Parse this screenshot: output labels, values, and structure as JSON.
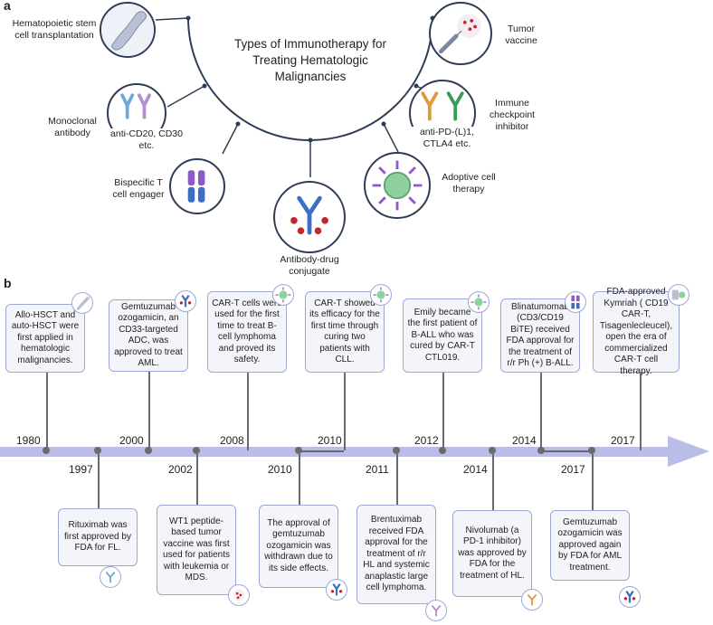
{
  "panel_a": {
    "label": "a",
    "title": "Types of Immunotherapy for Treating Hematologic Malignancies",
    "items": [
      {
        "name": "Hematopoietic stem cell transplantation",
        "icon": "bone-icon"
      },
      {
        "name": "Monoclonal antibody",
        "sublabel": "anti-CD20, CD30 etc.",
        "icon": "antibody-icon"
      },
      {
        "name": "Bispecific T cell engager",
        "icon": "bispecific-icon"
      },
      {
        "name": "Antibody-drug conjugate",
        "icon": "adc-icon"
      },
      {
        "name": "Adoptive cell therapy",
        "icon": "cell-icon"
      },
      {
        "name": "Immune checkpoint inhibitor",
        "sublabel": "anti-PD-(L)1, CTLA4 etc.",
        "icon": "checkpoint-antibody-icon"
      },
      {
        "name": "Tumor vaccine",
        "icon": "syringe-icon"
      }
    ]
  },
  "panel_b": {
    "label": "b",
    "top_events": [
      {
        "year": "1980",
        "text": "Allo-HSCT and auto-HSCT were first applied in hematologic malignancies.",
        "icon": "bone-icon"
      },
      {
        "year": "2000",
        "text": "Gemtuzumab ozogamicin, an CD33-targeted ADC, was approved to treat AML.",
        "icon": "adc-icon"
      },
      {
        "year": "2008",
        "text": "CAR-T cells were used for the first time to treat B-cell lymphoma and proved its safety.",
        "icon": "cell-icon"
      },
      {
        "year": "2010",
        "text": "CAR-T showed its efficacy for the first time through curing two patients with CLL.",
        "icon": "cell-icon"
      },
      {
        "year": "2012",
        "text": "Emily became the first patient of B-ALL who was cured by CAR-T CTL019.",
        "icon": "cell-icon"
      },
      {
        "year": "2014",
        "text": "Blinatumomab (CD3/CD19 BiTE)  received FDA approval for the treatment of r/r Ph (+) B-ALL.",
        "icon": "bispecific-icon"
      },
      {
        "year": "2017",
        "text": "FDA-approved Kymriah ( CD19 CAR-T, Tisagenlecleucel), open the era of commercialized CAR-T cell therapy.",
        "icon": "car-t-icon"
      }
    ],
    "bottom_events": [
      {
        "year": "1997",
        "text": "Rituximab was first approved by FDA for FL.",
        "icon": "antibody-icon"
      },
      {
        "year": "2002",
        "text": "WT1 peptide-based tumor vaccine was first used for patients with leukemia or MDS.",
        "icon": "vaccine-icon"
      },
      {
        "year": "2010",
        "text": "The approval of gemtuzumab ozogamicin was withdrawn due to its side effects.",
        "icon": "adc-icon"
      },
      {
        "year": "2011",
        "text": "Brentuximab received FDA approval for the treatment of r/r HL and systemic anaplastic large cell lymphoma.",
        "icon": "antibody-icon"
      },
      {
        "year": "2014",
        "text": "Nivolumab (a PD-1 inhibitor) was approved by FDA for the treatment of HL.",
        "icon": "checkpoint-antibody-icon"
      },
      {
        "year": "2017",
        "text": "Gemtuzumab ozogamicin was approved again by FDA for AML treatment.",
        "icon": "adc-icon"
      }
    ]
  },
  "colors": {
    "arrow": "#b9bde8",
    "box_border": "#9da7d6",
    "box_fill": "#f4f4fb",
    "circle_border": "#2e3d55",
    "cell_green": "#8fd19e",
    "antibody_blue": "#3b6fc4",
    "antibody_purple": "#8e5ac8"
  }
}
